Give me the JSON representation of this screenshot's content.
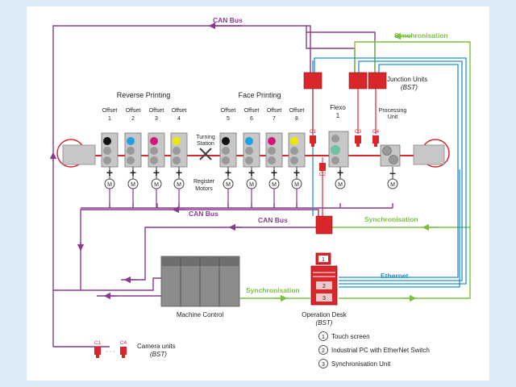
{
  "labels": {
    "can_bus_top": "CAN Bus",
    "can_bus_mid": "CAN Bus",
    "can_bus_low": "CAN Bus",
    "sync_top": "Synchronisation",
    "sync_mid": "Synchronisation",
    "sync_low": "Synchronisation",
    "ethernet": "Ethernet",
    "reverse_printing": "Reverse Printing",
    "face_printing": "Face Printing",
    "junction_units": "Junction Units",
    "junction_bst": "(BST)",
    "processing_unit_1": "Processing",
    "processing_unit_2": "Unit",
    "turning_station_1": "Turning",
    "turning_station_2": "Station",
    "register_motors_1": "Register",
    "register_motors_2": "Motors",
    "flexo_1": "Flexo",
    "flexo_2": "1",
    "machine_control": "Machine Control",
    "operation_desk": "Operation Desk",
    "operation_desk_bst": "(BST)",
    "camera_units": "Camera units",
    "camera_units_bst": "(BST)",
    "motor_symbol": "M",
    "offset_word": "Offset"
  },
  "offset_units": [
    {
      "name": "Offset",
      "number": "1"
    },
    {
      "name": "Offset",
      "number": "2"
    },
    {
      "name": "Offset",
      "number": "3"
    },
    {
      "name": "Offset",
      "number": "4"
    },
    {
      "name": "Offset",
      "number": "5"
    },
    {
      "name": "Offset",
      "number": "6"
    },
    {
      "name": "Offset",
      "number": "7"
    },
    {
      "name": "Offset",
      "number": "8"
    }
  ],
  "cameras": [
    "C1",
    "C2",
    "C3",
    "C4"
  ],
  "legend_camera_range": {
    "first": "C1",
    "dots": "· · ·",
    "last": "C4"
  },
  "legend_items": [
    {
      "number": "1",
      "text": "Touch screen"
    },
    {
      "number": "2",
      "text": "Industrial PC with EtherNet Switch"
    },
    {
      "number": "3",
      "text": "Synchronisation Unit"
    }
  ],
  "desk_numbers": [
    "1",
    "2",
    "3"
  ],
  "ink_colors": [
    "#111111",
    "#1aa3e0",
    "#d4157a",
    "#f0e600"
  ],
  "colors": {
    "can_bus": "#8a3a8e",
    "sync": "#7bc043",
    "ethernet": "#1f8fd6",
    "red_device": "#d8262b",
    "machine_grey": "#c7c7c7",
    "background": "#dcebf7"
  }
}
